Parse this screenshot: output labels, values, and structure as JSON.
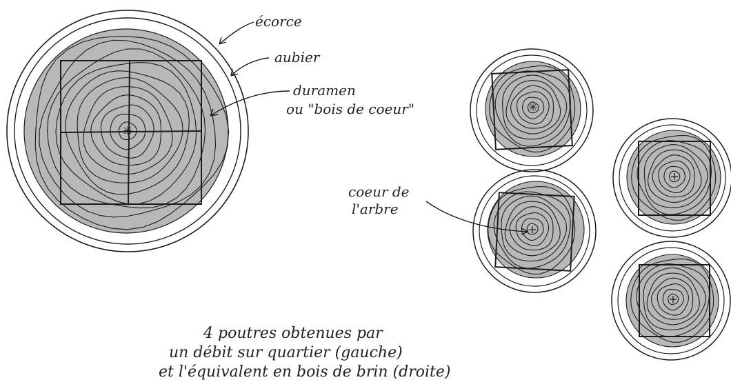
{
  "labels": {
    "ecorce": "écorce",
    "aubier": "aubier",
    "duramen_line1": "duramen",
    "duramen_line2": "ou \"bois de coeur\"",
    "coeur_line1": "coeur de",
    "coeur_line2": "l'arbre"
  },
  "caption": {
    "line1": "4 poutres obtenues par",
    "line2": "un débit sur quartier (gauche)",
    "line3": "et l'équivalent en bois de brin (droite)"
  },
  "colors": {
    "ink": "#1b1b1b",
    "heartwood": "#b8b8b8",
    "sapwood": "#ffffff"
  }
}
